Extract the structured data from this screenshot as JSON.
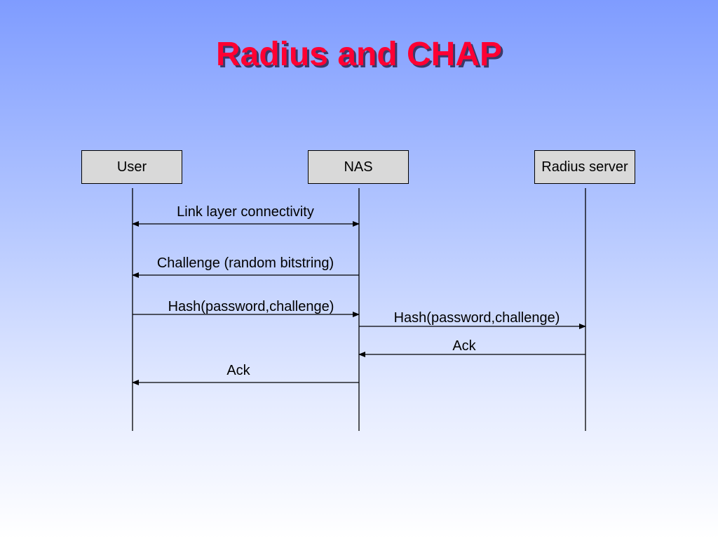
{
  "slide": {
    "title": "Radius and CHAP"
  },
  "actors": [
    {
      "id": "user",
      "label": "User"
    },
    {
      "id": "nas",
      "label": "NAS"
    },
    {
      "id": "radius",
      "label": "Radius server"
    }
  ],
  "messages": [
    {
      "label": "Link layer connectivity",
      "from": "user",
      "to": "nas",
      "bidirectional": true
    },
    {
      "label": "Challenge (random bitstring)",
      "from": "nas",
      "to": "user",
      "bidirectional": false
    },
    {
      "label": "Hash(password,challenge)",
      "from": "user",
      "to": "nas",
      "bidirectional": false
    },
    {
      "label": "Hash(password,challenge)",
      "from": "nas",
      "to": "radius",
      "bidirectional": false
    },
    {
      "label": "Ack",
      "from": "radius",
      "to": "nas",
      "bidirectional": false
    },
    {
      "label": "Ack",
      "from": "nas",
      "to": "user",
      "bidirectional": false
    }
  ],
  "colors": {
    "title": "#ff0033",
    "title_shadow": "#3a3a6a",
    "box_fill": "#d9d9d9",
    "line": "#000000"
  }
}
